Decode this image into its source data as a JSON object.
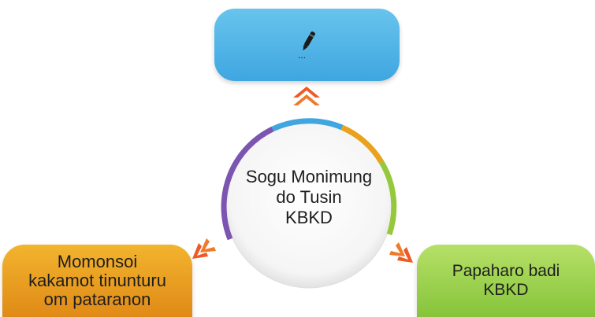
{
  "center": {
    "text": "Sogu Monimung\ndo Tusin\nKBKD"
  },
  "top_box": {
    "icon": "pen-writing-icon",
    "dots": "..."
  },
  "left_box": {
    "text": "Momonsoi\nkakamot tinunturu\nom pataranon"
  },
  "right_box": {
    "text": "Papaharo badi\nKBKD"
  },
  "colors": {
    "top": "#4fb3e8",
    "left": "#ea9d20",
    "right": "#9fd24e",
    "arrow": "#ef5a24",
    "ring_segments": [
      "#3fa6e0",
      "#e8a21c",
      "#96c83c",
      "#7b55b0"
    ]
  }
}
